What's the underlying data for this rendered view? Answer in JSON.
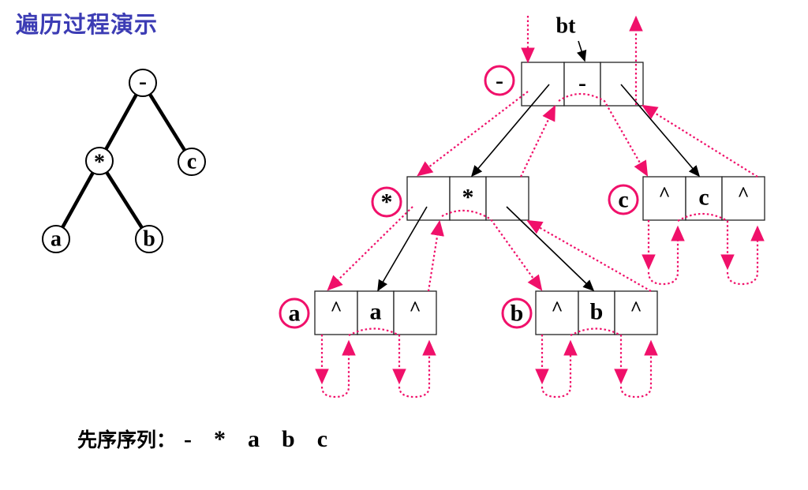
{
  "title": "遍历过程演示",
  "small_tree": {
    "root": "-",
    "left": "*",
    "right": "c",
    "left_left": "a",
    "left_right": "b"
  },
  "pointer_label": "bt",
  "nodes": {
    "root": {
      "label": "-",
      "lchild": "",
      "data": "-",
      "rchild": ""
    },
    "star": {
      "label": "*",
      "lchild": "",
      "data": "*",
      "rchild": ""
    },
    "c": {
      "label": "c",
      "lchild": "^",
      "data": "c",
      "rchild": "^"
    },
    "a": {
      "label": "a",
      "lchild": "^",
      "data": "a",
      "rchild": "^"
    },
    "b": {
      "label": "b",
      "lchild": "^",
      "data": "b",
      "rchild": "^"
    }
  },
  "sequence": {
    "label": "先序序列：",
    "items": [
      "-",
      "*",
      "a",
      "b",
      "c"
    ]
  },
  "colors": {
    "title": "#3c3cb4",
    "trace": "#f0106a"
  }
}
